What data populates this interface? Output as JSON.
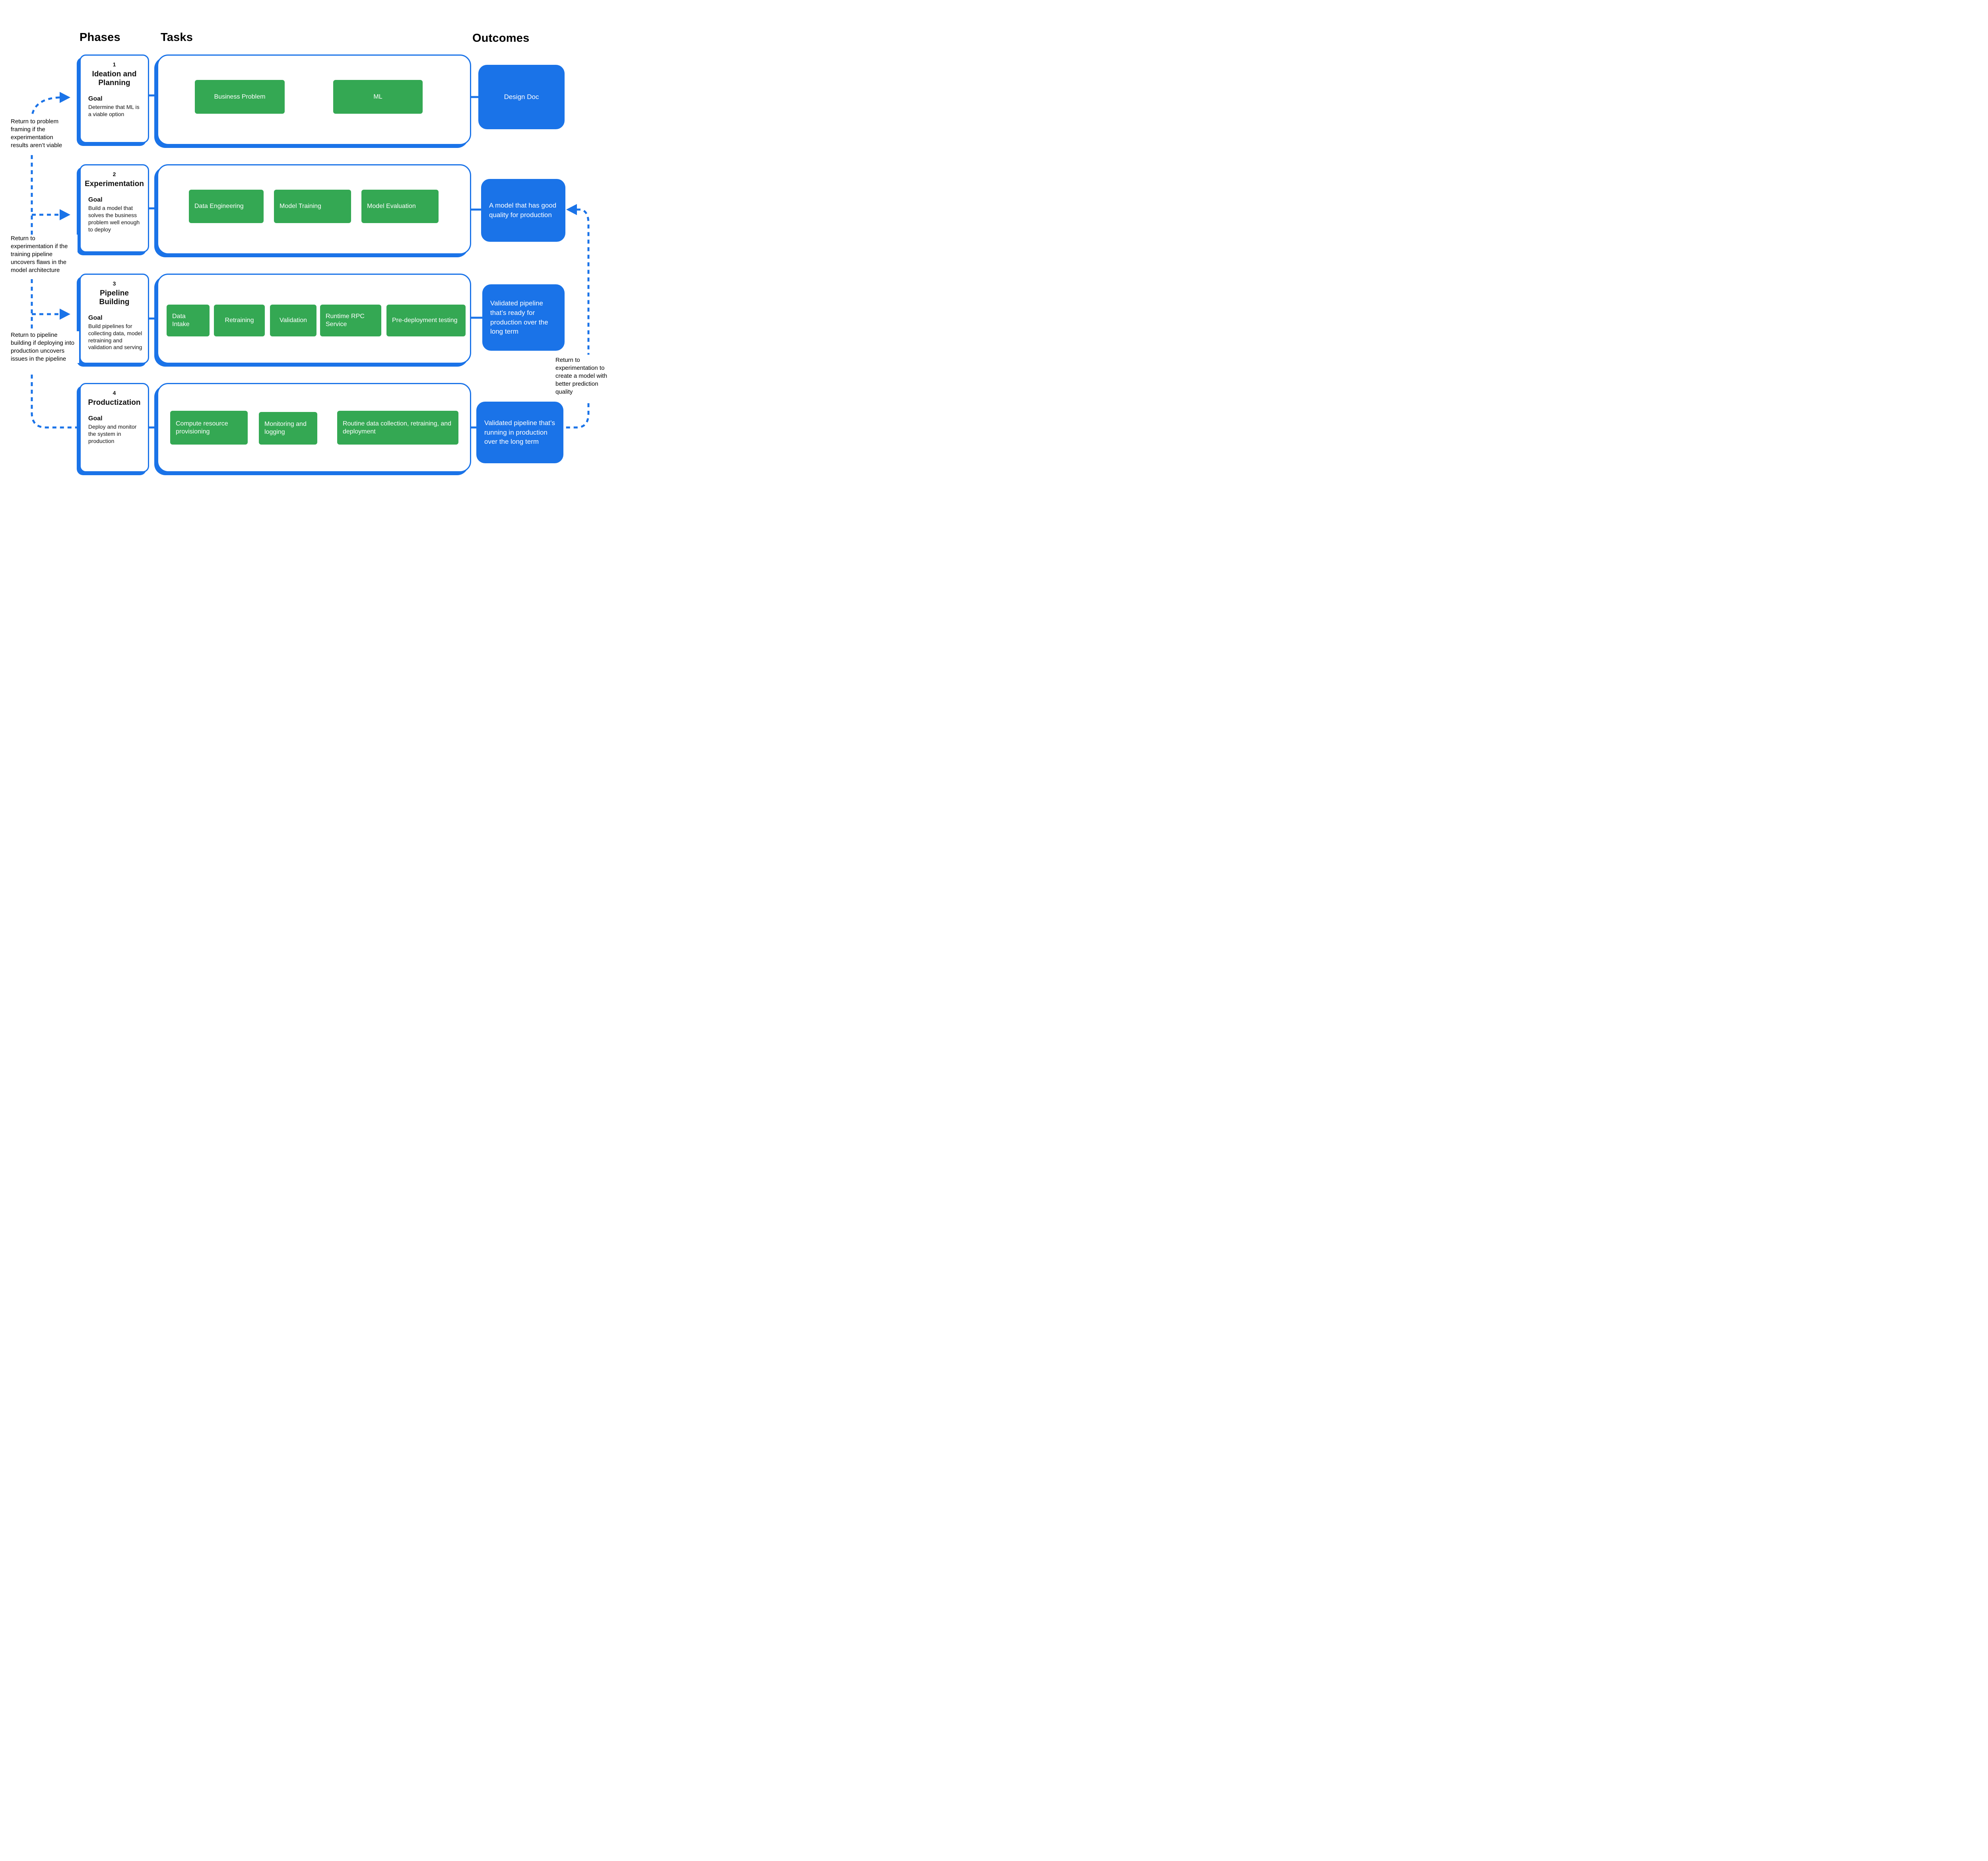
{
  "headers": {
    "phases": "Phases",
    "tasks": "Tasks",
    "outcomes": "Outcomes"
  },
  "phases": [
    {
      "number": "1",
      "title": "Ideation and Planning",
      "goal_label": "Goal",
      "goal_text": "Determine that ML is a viable option",
      "tasks": [
        {
          "label": "Business Problem"
        },
        {
          "label": "ML"
        }
      ],
      "outcome": "Design Doc"
    },
    {
      "number": "2",
      "title": "Experimentation",
      "goal_label": "Goal",
      "goal_text": "Build a model that solves the business problem well enough to deploy",
      "tasks": [
        {
          "label": "Data Engineering"
        },
        {
          "label": "Model Training"
        },
        {
          "label": "Model Evaluation"
        }
      ],
      "outcome": "A model that has good quality for production"
    },
    {
      "number": "3",
      "title": "Pipeline Building",
      "goal_label": "Goal",
      "goal_text": "Build pipelines for collecting data, model retraining and validation and serving",
      "tasks": [
        {
          "label": "Data Intake"
        },
        {
          "label": "Retraining"
        },
        {
          "label": "Validation"
        },
        {
          "label": "Runtime RPC Service"
        },
        {
          "label": "Pre-deployment testing"
        }
      ],
      "outcome": "Validated pipeline that’s ready for production over the long term"
    },
    {
      "number": "4",
      "title": "Productization",
      "goal_label": "Goal",
      "goal_text": "Deploy and monitor the system in production",
      "tasks": [
        {
          "label": "Compute resource provisioning"
        },
        {
          "label": "Monitoring and logging"
        },
        {
          "label": "Routine data collection, retraining, and deployment"
        }
      ],
      "outcome": "Validated pipeline that’s running in production over the long term"
    }
  ],
  "return_notes": [
    {
      "text": "Return to problem framing if the experimentation results aren’t viable"
    },
    {
      "text": "Return to experimentation if the training pipeline uncovers flaws in the model architecture"
    },
    {
      "text": "Return to pipeline building if deploying into production uncovers issues in the pipeline"
    },
    {
      "text": "Return to experimentation to create a model with better prediction quality"
    }
  ],
  "colors": {
    "blue": "#1a73e8",
    "green": "#34a853"
  }
}
